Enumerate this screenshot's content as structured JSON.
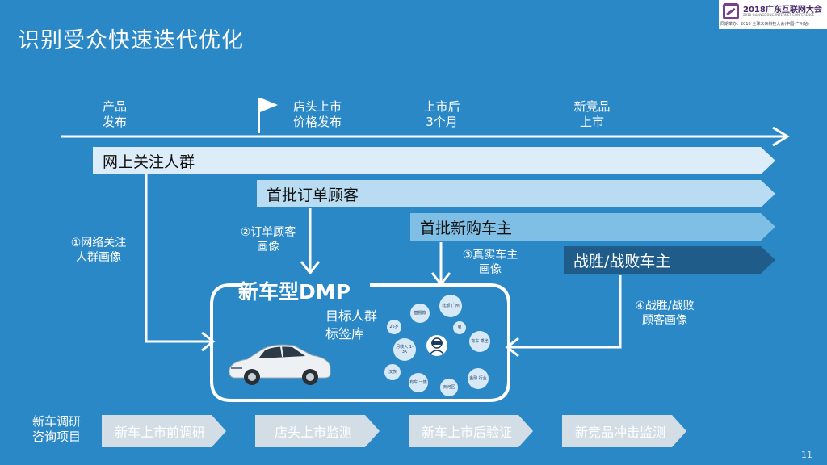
{
  "title": "识别受众快速迭代优化",
  "logo": {
    "line1": "2018广东互联网大会",
    "line2": "2018 GUANGDONG INTERNET CONFERENCE",
    "line3": "同期举办：2018 全球未来科技大会(中国·广州站)"
  },
  "timeline": {
    "labels": [
      "产品\n发布",
      "店头上市\n价格发布",
      "上市后\n3个月",
      "新竞品\n上市"
    ]
  },
  "bands": [
    {
      "label": "网上关注人群",
      "color": "#dcecf8"
    },
    {
      "label": "首批订单顾客",
      "color": "#b9dcf2"
    },
    {
      "label": "首批新购车主",
      "color": "#7fbfe6"
    },
    {
      "label": "战胜/战败车主",
      "color": "#1f5c8a"
    }
  ],
  "notes": {
    "n1": "①网络关注\n人群画像",
    "n2": "②订单顾客\n画像",
    "n3": "③真实车主\n画像",
    "n4": "④战胜/战败\n顾客画像"
  },
  "dmp": {
    "title": "新车型DMP",
    "tag_title": "目标人群\n标签库",
    "bubbles": [
      "26岁",
      "基督教",
      "北部\n广州",
      "月收入\n1-3K",
      "男",
      "有车\n乘坐",
      "汉族",
      "有车\n一族",
      "天河区",
      "金融\n行业"
    ]
  },
  "bottom": {
    "label": "新车调研\n咨询项目",
    "steps": [
      "新车上市前调研",
      "店头上市监测",
      "新车上市后验证",
      "新竞品冲击监测"
    ]
  },
  "page_number": "11"
}
